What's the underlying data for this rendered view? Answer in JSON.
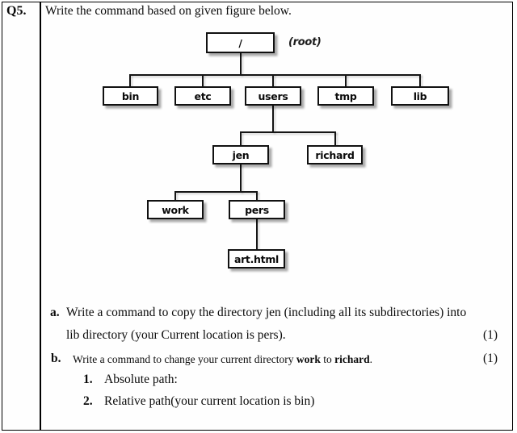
{
  "colors": {
    "ink": "#0b0b0b",
    "box_border": "#111111",
    "shadow": "rgba(0,0,0,0.33)"
  },
  "question": {
    "number": "Q5.",
    "prompt": "Write the command based on given figure below."
  },
  "tree": {
    "root": {
      "label": "/",
      "annotation": "(root)"
    },
    "level1": [
      "bin",
      "etc",
      "users",
      "tmp",
      "lib"
    ],
    "users_children": [
      "jen",
      "richard"
    ],
    "jen_children": [
      "work",
      "pers"
    ],
    "pers_children": [
      "art.html"
    ]
  },
  "parts": {
    "a": {
      "bullet": "a.",
      "line1": "Write a command to copy the directory jen (including all its subdirectories) into",
      "line2": "lib directory (your Current location is pers).",
      "marks": "(1)"
    },
    "b": {
      "bullet": "b.",
      "prefix": "Write a command to change your current directory ",
      "bold1": "work",
      "middle": " to ",
      "bold2": "richard",
      "suffix": ".",
      "marks": "(1)"
    },
    "b1": {
      "bullet": "1.",
      "text": "Absolute path:"
    },
    "b2": {
      "bullet": "2.",
      "text": "Relative path(your current location is bin)"
    }
  }
}
